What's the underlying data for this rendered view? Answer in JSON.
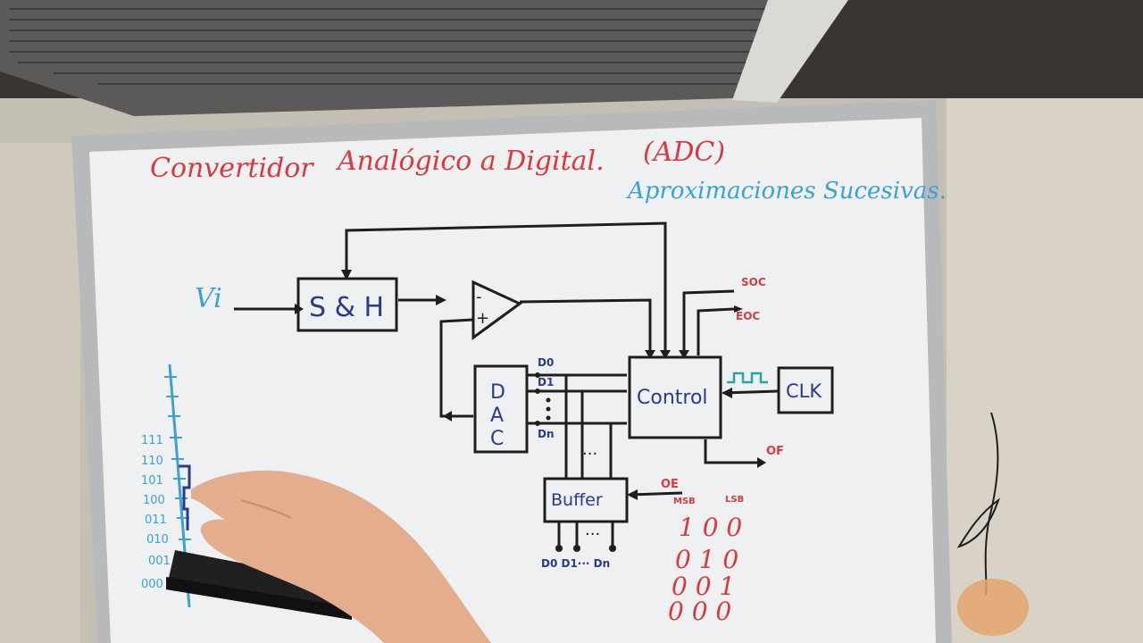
{
  "board": {
    "title_left": "Convertidor",
    "title_mid": "Analógico a Digital.",
    "title_right": "(ADC)",
    "subtitle": "Aproximaciones Sucesivas."
  },
  "diagram": {
    "input_label": "Vi",
    "sh_label": "S & H",
    "comparator_minus": "-",
    "comparator_plus": "+",
    "dac_letters": [
      "D",
      "A",
      "C"
    ],
    "dac_bits": [
      "D0",
      "D1",
      "Dn"
    ],
    "control_label": "Control",
    "clk_label": "CLK",
    "soc_label": "SOC",
    "eoc_label": "EOC",
    "of_label": "OF",
    "oe_label": "OE",
    "buffer_label": "Buffer",
    "buffer_outputs": "D0 D1··· Dn",
    "dots": "···"
  },
  "code_table": {
    "msb": "MSB",
    "lsb": "LSB",
    "rows": [
      "1 0 0",
      "0 1 0",
      "0 0 1",
      "0 0 0"
    ]
  },
  "scale": {
    "labels": [
      "111",
      "110",
      "101",
      "100",
      "011",
      "010",
      "001",
      "000"
    ]
  },
  "colors": {
    "red_marker": "#d83a3f",
    "blue_marker": "#3aa3d4",
    "navy_marker": "#2a3a8c",
    "black_marker": "#222222",
    "teal_marker": "#2aa6a0"
  }
}
